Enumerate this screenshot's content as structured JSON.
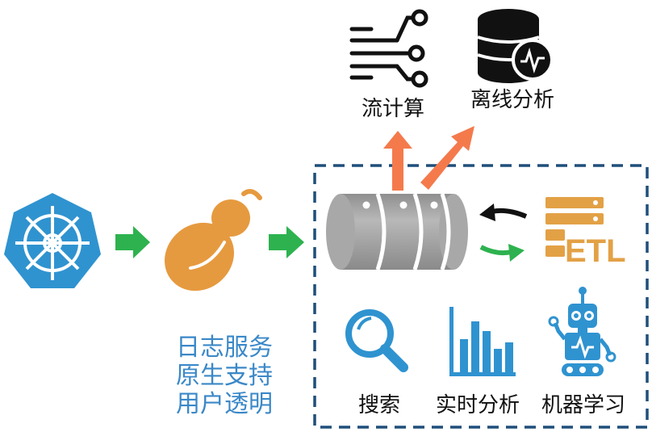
{
  "labels": {
    "stream": "流计算",
    "offline": "离线分析",
    "search": "搜索",
    "realtime": "实时分析",
    "ml": "机器学习",
    "etl": "ETL"
  },
  "feature_lines": [
    "日志服务",
    "原生支持",
    "用户透明"
  ],
  "icons": {
    "helm": "kubernetes-helm-icon",
    "gourd": "gourd-logo-icon",
    "storage": "storage-cylinder-icon",
    "stream": "stream-circuit-icon",
    "offline": "database-monitor-icon",
    "etl": "etl-server-icon",
    "search": "magnifier-icon",
    "realtime": "bar-chart-icon",
    "ml": "robot-icon"
  },
  "colors": {
    "blue": "#2f93d0",
    "green": "#2db24f",
    "orange": "#f47a4c",
    "gourd": "#e69a3f",
    "etl": "#e3a146",
    "gray": "#a8a8a8",
    "dark": "#111111",
    "frame": "#1f4f7a",
    "text_blue": "#3a88c8"
  }
}
